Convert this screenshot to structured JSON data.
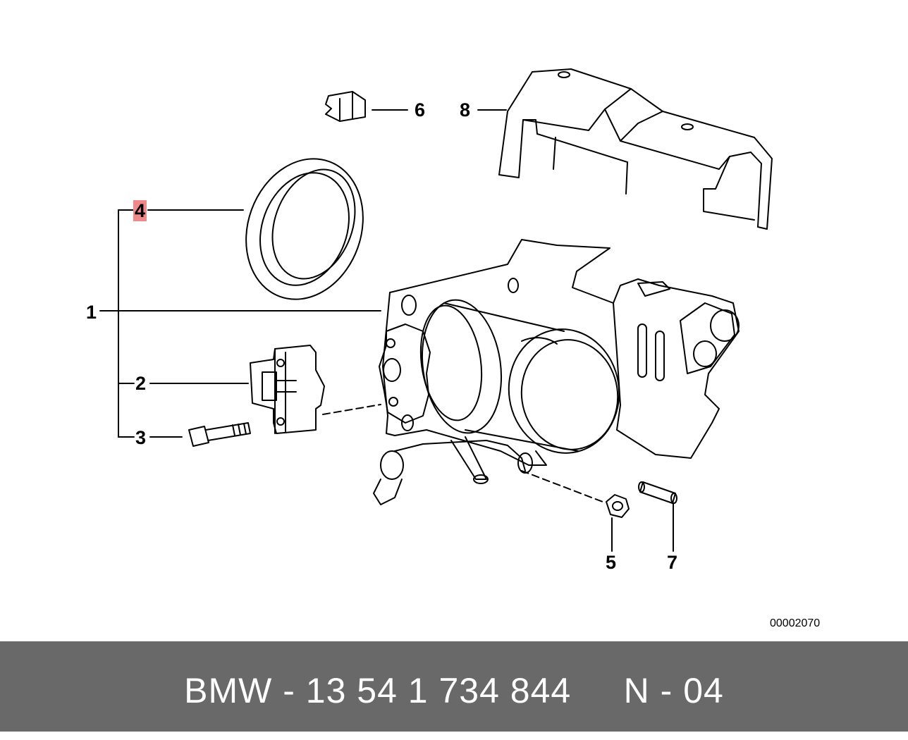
{
  "diagram": {
    "callouts": [
      {
        "id": "1",
        "label": "1"
      },
      {
        "id": "2",
        "label": "2"
      },
      {
        "id": "3",
        "label": "3"
      },
      {
        "id": "4",
        "label": "4",
        "highlighted": true
      },
      {
        "id": "5",
        "label": "5"
      },
      {
        "id": "6",
        "label": "6"
      },
      {
        "id": "7",
        "label": "7"
      },
      {
        "id": "8",
        "label": "8"
      }
    ],
    "reference_number": "00002070"
  },
  "footer": {
    "text": "BMW - 13 54 1 734 844     N - 04"
  },
  "colors": {
    "highlight": "#f08a8a",
    "footer_bg": "#696969",
    "footer_text": "#ffffff"
  }
}
